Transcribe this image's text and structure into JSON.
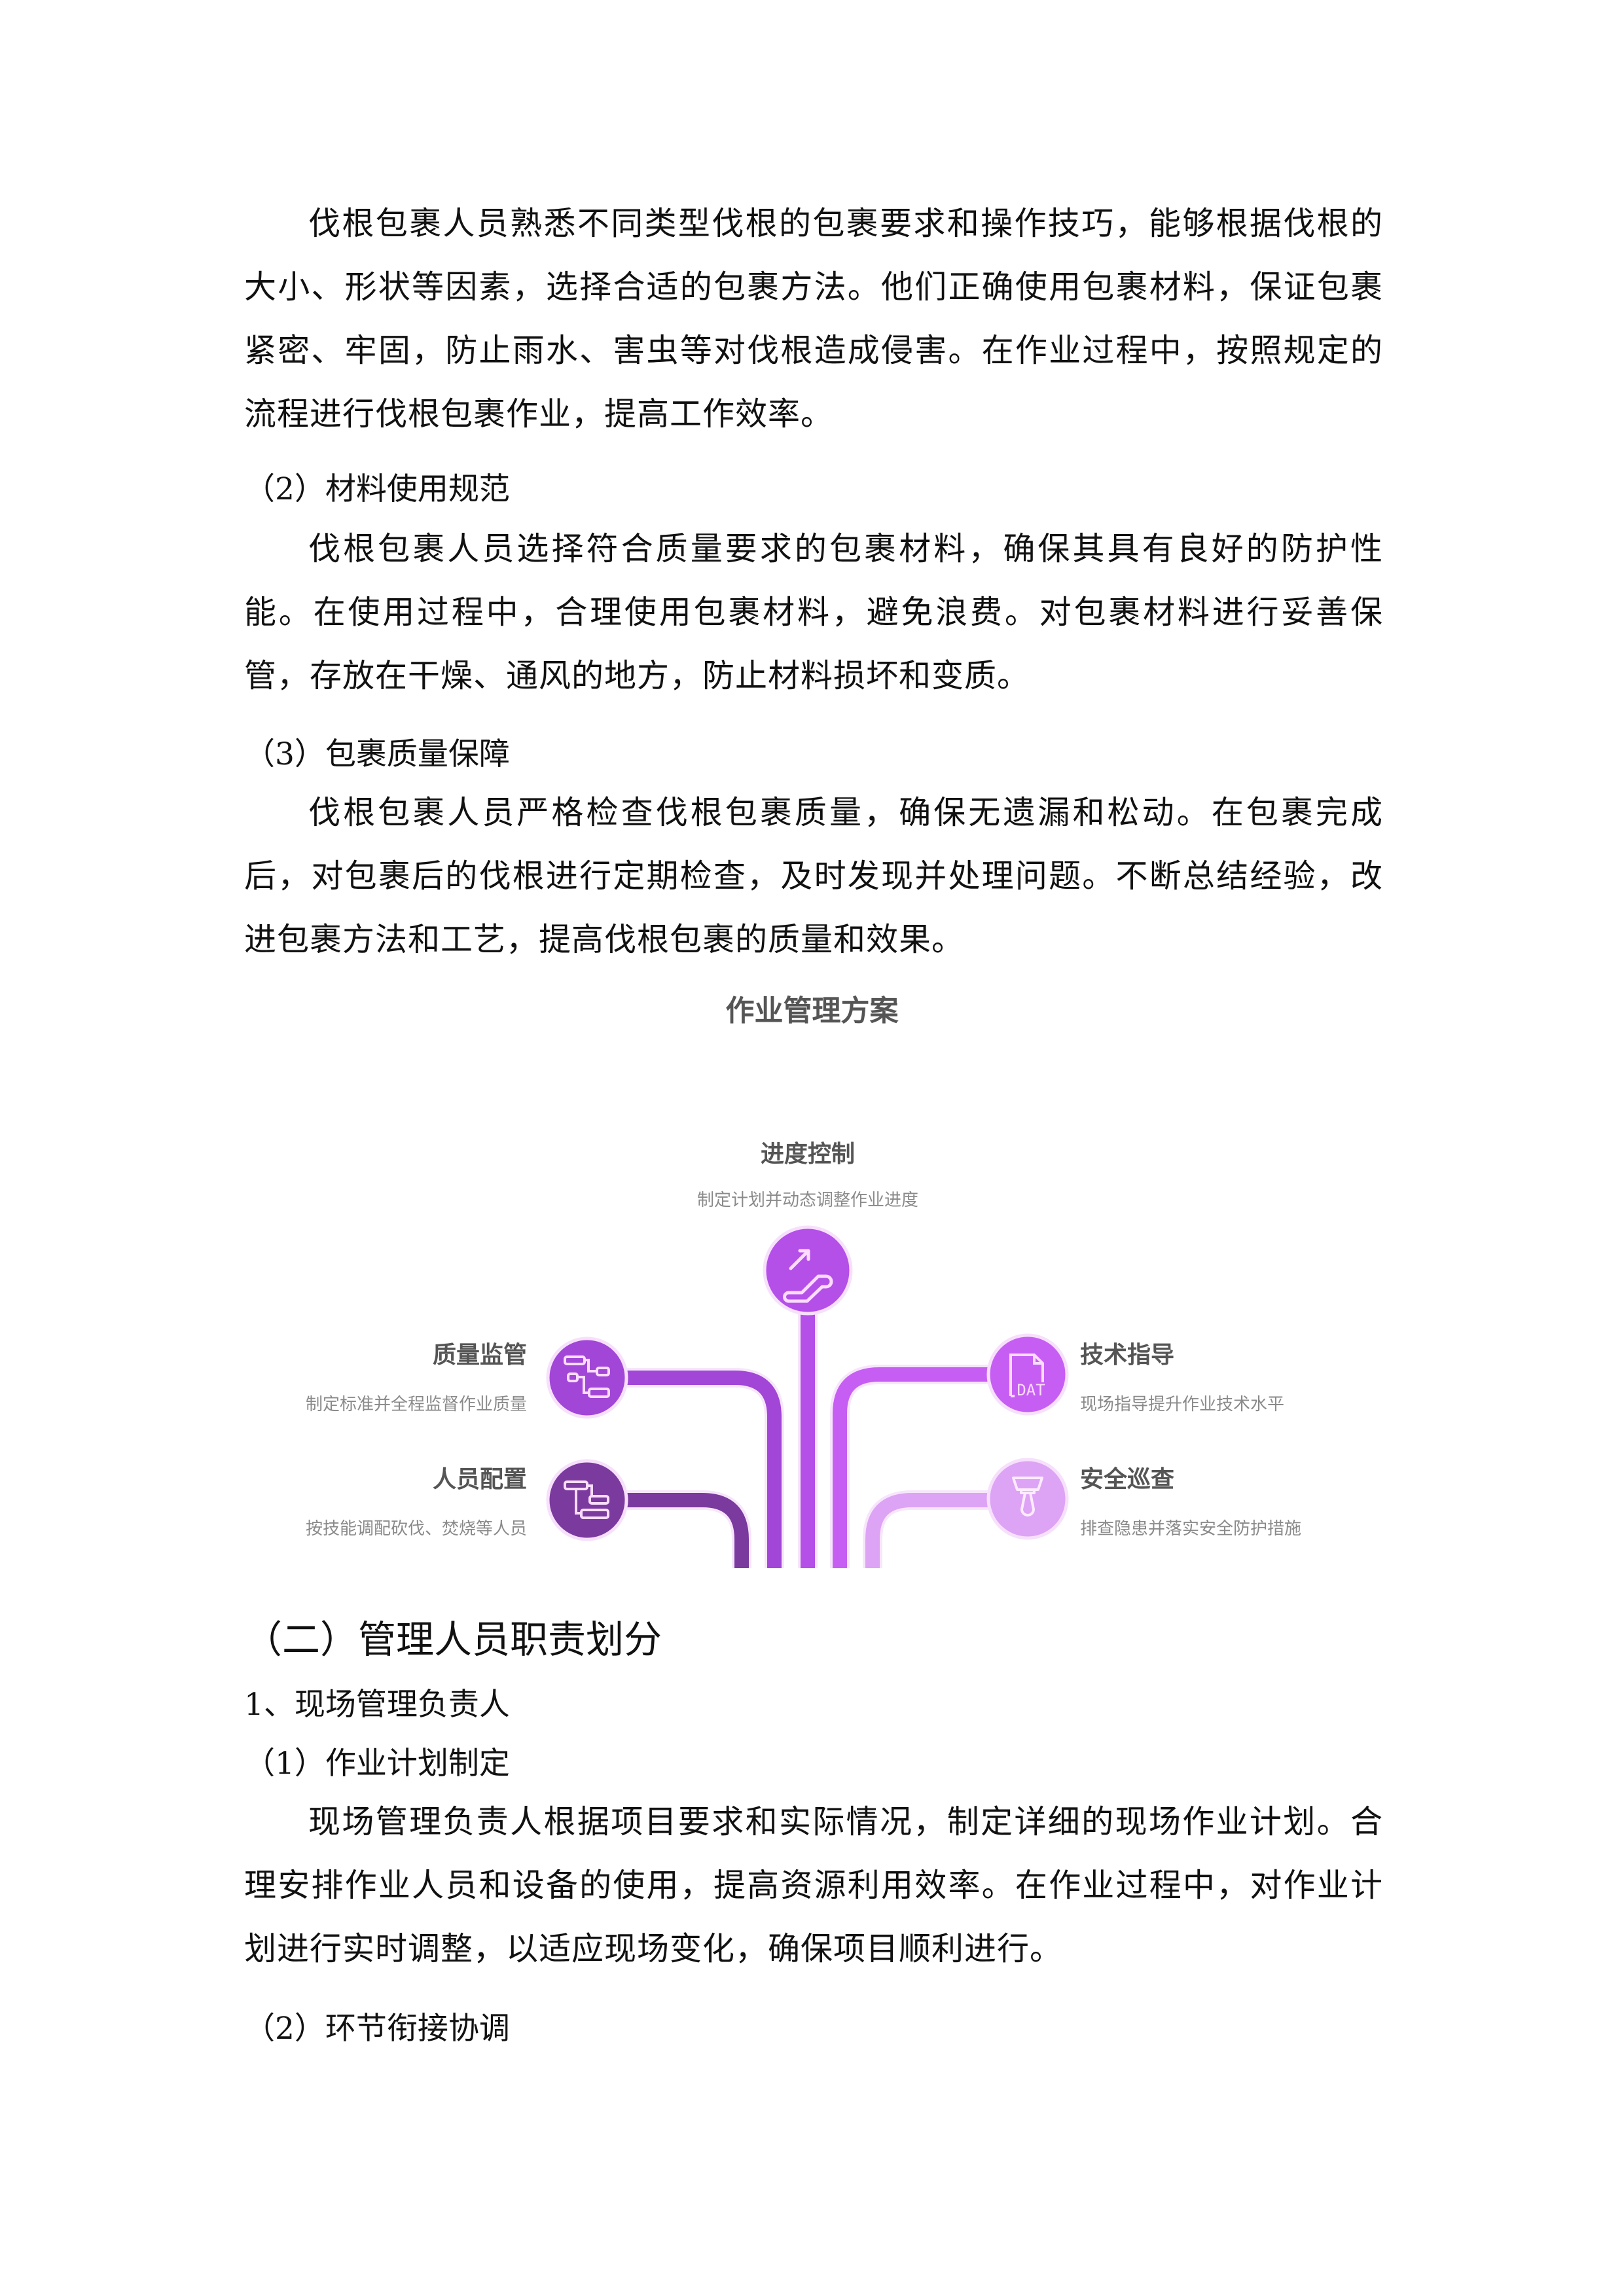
{
  "body": {
    "p1": "伐根包裹人员熟悉不同类型伐根的包裹要求和操作技巧，能够根据伐根的大小、形状等因素，选择合适的包裹方法。他们正确使用包裹材料，保证包裹紧密、牢固，防止雨水、害虫等对伐根造成侵害。在作业过程中，按照规定的流程进行伐根包裹作业，提高工作效率。",
    "s2": "（2）材料使用规范",
    "p2": "伐根包裹人员选择符合质量要求的包裹材料，确保其具有良好的防护性能。在使用过程中，合理使用包裹材料，避免浪费。对包裹材料进行妥善保管，存放在干燥、通风的地方，防止材料损坏和变质。",
    "s3": "（3）包裹质量保障",
    "p3": "伐根包裹人员严格检查伐根包裹质量，确保无遗漏和松动。在包裹完成后，对包裹后的伐根进行定期检查，及时发现并处理问题。不断总结经验，改进包裹方法和工艺，提高伐根包裹的质量和效果。",
    "h2": "（二）管理人员职责划分",
    "h3": "1、现场管理负责人",
    "s4": "（1）作业计划制定",
    "p4": "现场管理负责人根据项目要求和实际情况，制定详细的现场作业计划。合理安排作业人员和设备的使用，提高资源利用效率。在作业过程中，对作业计划进行实时调整，以适应现场变化，确保项目顺利进行。",
    "s5": "（2）环节衔接协调"
  },
  "figure": {
    "title": "作业管理方案",
    "nodes": [
      {
        "id": "progress",
        "title": "进度控制",
        "desc": "制定计划并动态调整作业进度",
        "icon": "escalator-icon",
        "color": "#b44fe8"
      },
      {
        "id": "quality",
        "title": "质量监管",
        "desc": "制定标准并全程监督作业质量",
        "icon": "flowchart-icon",
        "color": "#a146d6"
      },
      {
        "id": "staffing",
        "title": "人员配置",
        "desc": "按技能调配砍伐、焚烧等人员",
        "icon": "tree-structure-icon",
        "color": "#7a3a9e"
      },
      {
        "id": "tech",
        "title": "技术指导",
        "desc": "现场指导提升作业技术水平",
        "icon": "dat-file-icon",
        "color": "#c75ef3"
      },
      {
        "id": "safety",
        "title": "安全巡查",
        "desc": "排查隐患并落实安全防护措施",
        "icon": "lamp-icon",
        "color": "#dda3f5"
      }
    ]
  }
}
